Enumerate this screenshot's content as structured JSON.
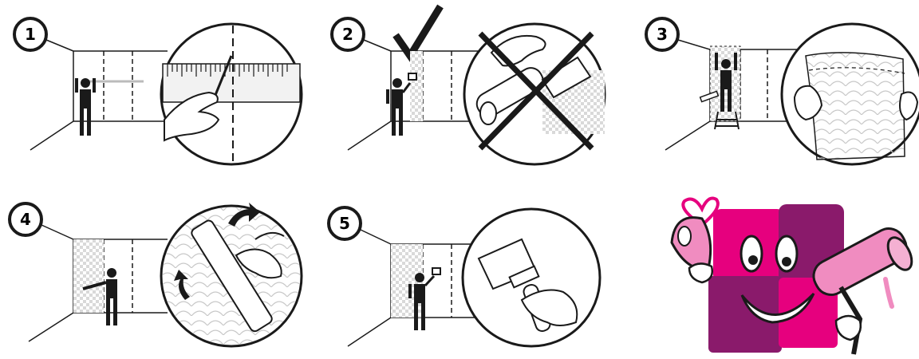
{
  "steps": [
    {
      "number": "1",
      "topic": "measure-and-mark-plumb-line"
    },
    {
      "number": "2",
      "topic": "no-paste-on-wallpaper-paste-the-wall"
    },
    {
      "number": "3",
      "topic": "hang-strip-from-ceiling"
    },
    {
      "number": "4",
      "topic": "smooth-with-spatula"
    },
    {
      "number": "5",
      "topic": "brush-edges"
    }
  ],
  "colors": {
    "line": "#1a1a1a",
    "mascot_magenta": "#e6007e",
    "mascot_purple": "#8a1a6b",
    "mascot_pink": "#f08cc0",
    "heart": "#e6007e"
  },
  "mascot": {
    "description_icon": "paint-mascot-with-roller-and-wallpaper"
  }
}
